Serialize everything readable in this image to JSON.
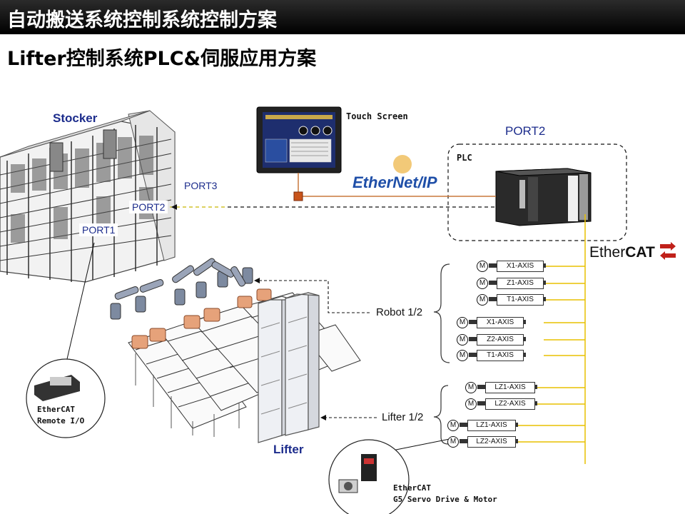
{
  "header": {
    "title": "自动搬送系统控制系统控制方案"
  },
  "subtitle": "Lifter控制系统PLC&伺服应用方案",
  "labels": {
    "stocker": "Stocker",
    "lifter": "Lifter",
    "port3": "PORT3",
    "port2_left": "PORT2",
    "port1": "PORT1",
    "port2_plc": "PORT2",
    "plc": "PLC",
    "touch_screen": "Touch Screen",
    "ethernet_ip": "EtherNet/IP",
    "ethercat_logo_a": "Ether",
    "ethercat_logo_b": "CAT",
    "robot_group": "Robot 1/2",
    "lifter_group": "Lifter 1/2",
    "remote_io_line1": "EtherCAT",
    "remote_io_line2": "Remote I/O",
    "servo_line1": "EtherCAT",
    "servo_line2": "G5 Servo Drive & Motor",
    "motor_symbol": "M"
  },
  "axes": [
    {
      "label": "X1-AXIS",
      "group": "robot"
    },
    {
      "label": "Z1-AXIS",
      "group": "robot"
    },
    {
      "label": "T1-AXIS",
      "group": "robot"
    },
    {
      "label": "X1-AXIS",
      "group": "robot"
    },
    {
      "label": "Z2-AXIS",
      "group": "robot"
    },
    {
      "label": "T1-AXIS",
      "group": "robot"
    },
    {
      "label": "LZ1-AXIS",
      "group": "lifter"
    },
    {
      "label": "LZ2-AXIS",
      "group": "lifter"
    },
    {
      "label": "LZ1-AXIS",
      "group": "lifter"
    },
    {
      "label": "LZ2-AXIS",
      "group": "lifter"
    }
  ],
  "colors": {
    "title_bar": "#000000",
    "label_blue": "#1c2c8c",
    "bus_yellow": "#e8c000",
    "link_orange": "#d2691e",
    "ethernet_blue": "#1f4fa8"
  }
}
